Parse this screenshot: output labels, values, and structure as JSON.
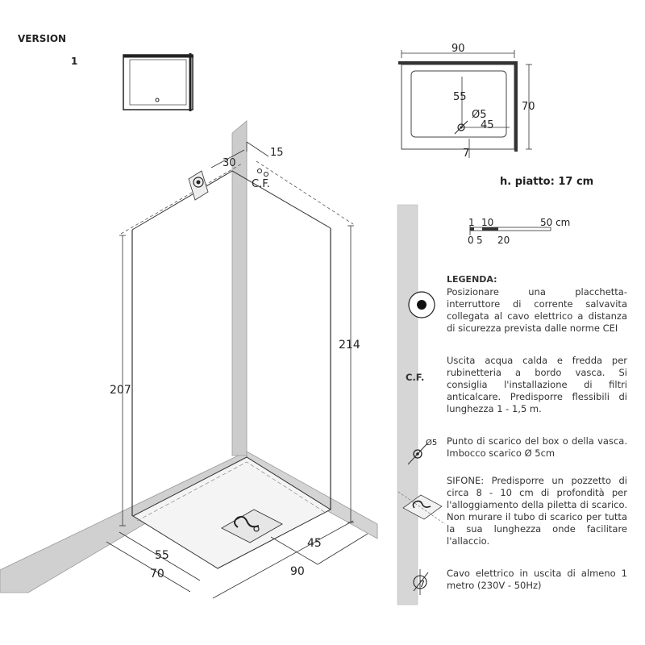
{
  "header": {
    "version_label": "VERSION",
    "version_number": "1"
  },
  "plan": {
    "width_label": "90",
    "depth_label": "70",
    "drain_offset_y_label": "55",
    "drain_diameter_label": "Ø5",
    "drain_offset_x_label": "45",
    "cable_label": "7",
    "tray_height_label": "h. piatto: 17 cm"
  },
  "scale_bar": {
    "top_labels": [
      "1",
      "10",
      "50 cm"
    ],
    "bottom_labels": [
      "0",
      "5",
      "20"
    ]
  },
  "iso": {
    "label_30": "30",
    "label_15": "15",
    "cf_label": "C.F.",
    "label_207": "207",
    "label_214": "214",
    "label_55": "55",
    "label_70": "70",
    "label_45": "45",
    "label_90": "90"
  },
  "legend": {
    "title": "LEGENDA:",
    "cf_symbol": "C.F.",
    "drain_symbol_label": "Ø5",
    "cable_symbol_label": "7",
    "items": [
      {
        "text": "Posizionare una placchetta-interruttore di corrente salvavita collegata al cavo elettrico a distanza di sicurezza prevista dalle norme CEI"
      },
      {
        "text": "Uscita acqua calda e fredda per rubinetteria a bordo vasca. Si consiglia l'installazione di filtri anticalcare. Predisporre flessibili di lunghezza 1 - 1,5 m."
      },
      {
        "text": "Punto di scarico del box o della vasca. Imbocco scarico Ø 5cm"
      },
      {
        "text": "SIFONE: Predisporre un pozzetto di circa 8 - 10 cm di profondità per l'alloggiamento della piletta di scarico. Non murare il tubo di scarico per tutta la sua lunghezza onde facilitare l'allaccio."
      },
      {
        "text": "Cavo elettrico in uscita di almeno 1 metro (230V - 50Hz)"
      }
    ]
  }
}
